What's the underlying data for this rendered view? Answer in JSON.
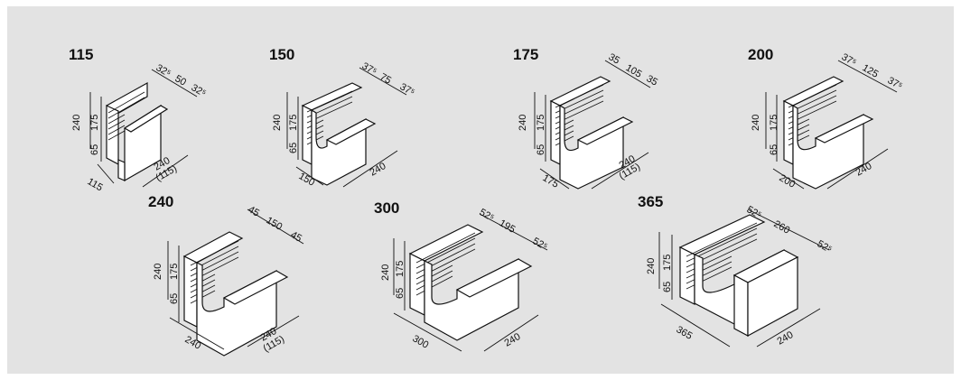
{
  "figures": [
    {
      "title": "115",
      "height_labels": [
        "240",
        "175",
        "65"
      ],
      "top_labels": [
        "32⁵",
        "50",
        "32⁵"
      ],
      "bottom_left": "115",
      "bottom_right": "240",
      "bottom_right_sub": "(115)"
    },
    {
      "title": "150",
      "height_labels": [
        "240",
        "175",
        "65"
      ],
      "top_labels": [
        "37⁵",
        "75",
        "37⁵"
      ],
      "bottom_left": "150",
      "bottom_right": "240",
      "bottom_right_sub": ""
    },
    {
      "title": "175",
      "height_labels": [
        "240",
        "175",
        "65"
      ],
      "top_labels": [
        "35",
        "105",
        "35"
      ],
      "bottom_left": "175",
      "bottom_right": "240",
      "bottom_right_sub": "(115)"
    },
    {
      "title": "200",
      "height_labels": [
        "240",
        "175",
        "65"
      ],
      "top_labels": [
        "37⁵",
        "125",
        "37⁵"
      ],
      "bottom_left": "200",
      "bottom_right": "240",
      "bottom_right_sub": ""
    },
    {
      "title": "240",
      "height_labels": [
        "240",
        "175",
        "65"
      ],
      "top_labels": [
        "45",
        "150",
        "45"
      ],
      "bottom_left": "240",
      "bottom_right": "240",
      "bottom_right_sub": "(115)"
    },
    {
      "title": "300",
      "height_labels": [
        "240",
        "175",
        "65"
      ],
      "top_labels": [
        "52⁵",
        "195",
        "52⁵"
      ],
      "bottom_left": "300",
      "bottom_right": "240",
      "bottom_right_sub": ""
    },
    {
      "title": "365",
      "height_labels": [
        "240",
        "175",
        "65"
      ],
      "top_labels": [
        "52⁵",
        "260",
        "52⁵"
      ],
      "bottom_left": "365",
      "bottom_right": "240",
      "bottom_right_sub": ""
    }
  ]
}
